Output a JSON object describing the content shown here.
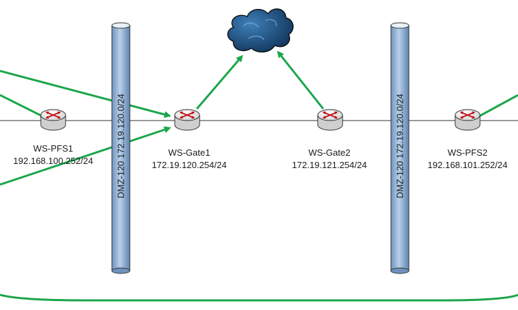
{
  "segments": [
    {
      "name": "DMZ-120",
      "network": "172.19.120.0/24"
    },
    {
      "name": "DMZ-120",
      "network": "172.19.120.0/24"
    }
  ],
  "routers": [
    {
      "name": "WS-PFS1",
      "ip": "192.168.100.252/24"
    },
    {
      "name": "WS-Gate1",
      "ip": "172.19.120.254/24"
    },
    {
      "name": "WS-Gate2",
      "ip": "172.19.121.254/24"
    },
    {
      "name": "WS-PFS2",
      "ip": "192.168.101.252/24"
    }
  ],
  "colors": {
    "link": "#1aa64b",
    "pipe": "#8fb2d8",
    "router_arrow": "#c0141a",
    "cloud": "#1f4f7c"
  },
  "icons": [
    "router-icon",
    "cloud-icon",
    "segment-pipe"
  ]
}
